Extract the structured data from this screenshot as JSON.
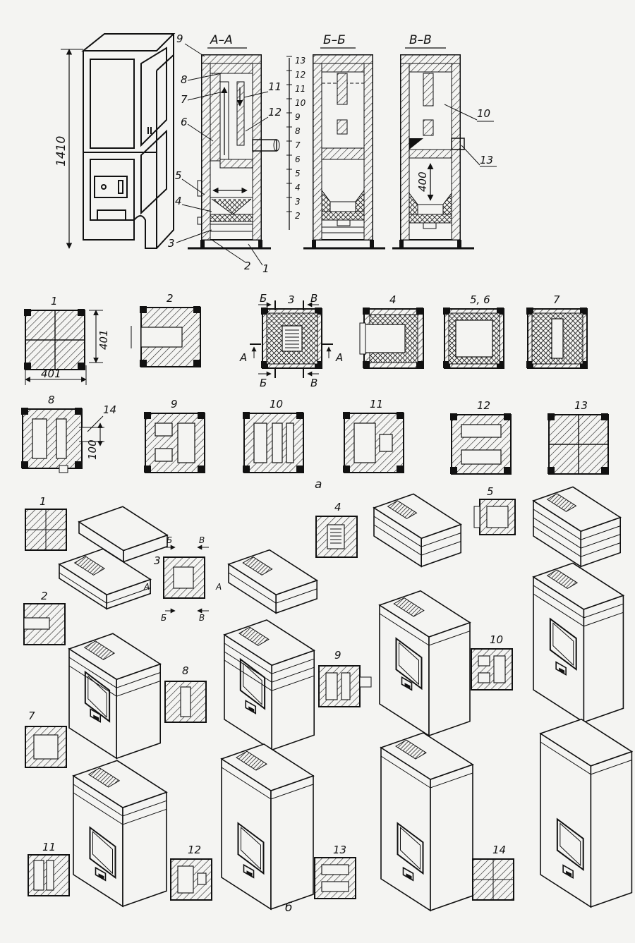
{
  "section_a": {
    "labels": {
      "section_aa": "А–А",
      "section_bb": "Б–Б",
      "section_vv": "В–В",
      "height_total": "1410",
      "dim_400": "400",
      "dim_401_h": "401",
      "dim_401_v": "401",
      "dim_100": "100",
      "cut_b": "Б",
      "cut_v": "В",
      "cut_a": "А",
      "part_letter": "а"
    },
    "callouts": [
      "1",
      "2",
      "3",
      "4",
      "5",
      "6",
      "7",
      "8",
      "9",
      "10",
      "11",
      "12",
      "13",
      "14"
    ],
    "scale_rows": [
      "13",
      "12",
      "11",
      "10",
      "9",
      "8",
      "7",
      "6",
      "5",
      "4",
      "3",
      "2"
    ],
    "plan_rows": [
      {
        "label": "1",
        "pattern": "solid"
      },
      {
        "label": "2",
        "pattern": "ashpit"
      },
      {
        "label": "3",
        "pattern": "grate"
      },
      {
        "label": "4",
        "pattern": "firebox-door"
      },
      {
        "label": "5, 6",
        "pattern": "firebox"
      },
      {
        "label": "7",
        "pattern": "firebox-cover"
      },
      {
        "label": "8",
        "pattern": "flue-pipe"
      },
      {
        "label": "9",
        "pattern": "channels-a"
      },
      {
        "label": "10",
        "pattern": "channels-b"
      },
      {
        "label": "11",
        "pattern": "channels-c"
      },
      {
        "label": "12",
        "pattern": "channels-d"
      },
      {
        "label": "13",
        "pattern": "solid"
      }
    ]
  },
  "section_b": {
    "part_letter": "б",
    "step_labels": [
      "1",
      "2",
      "3",
      "4",
      "5",
      "7",
      "8",
      "9",
      "10",
      "11",
      "12",
      "13",
      "14"
    ],
    "cut_labels": {
      "b": "Б",
      "v": "В",
      "a": "А"
    }
  }
}
